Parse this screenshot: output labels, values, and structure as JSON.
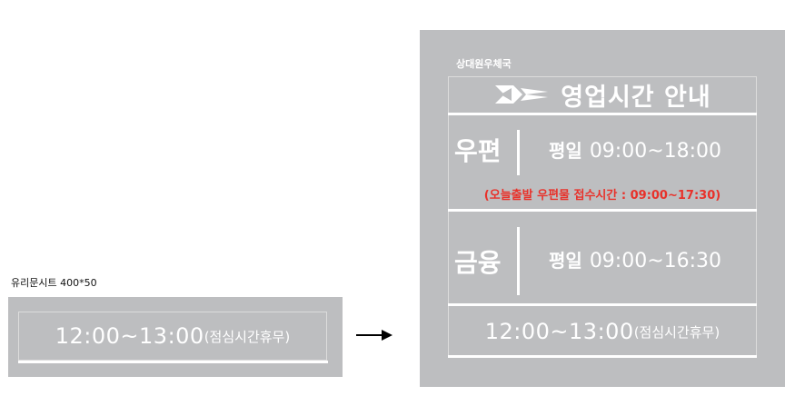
{
  "left_strip": {
    "caption": "유리문시트 400*50",
    "time": "12:00~13:00",
    "note": "(점심시간휴무)"
  },
  "arrow": {
    "icon": "arrow-right-icon"
  },
  "sign": {
    "office_name": "상대원우체국",
    "title": "영업시간 안내",
    "logo_icon": "korea-post-logo-icon",
    "postal": {
      "label": "우편",
      "day": "평일",
      "hours": "09:00~18:00"
    },
    "cutoff_note": "(오늘출발 우편물 접수시간 : 09:00~17:30)",
    "finance": {
      "label": "금융",
      "day": "평일",
      "hours": "09:00~16:30"
    },
    "lunch": {
      "time": "12:00~13:00",
      "note": "(점심시간휴무)"
    }
  },
  "colors": {
    "panel": "#bdbec0",
    "text": "#ffffff",
    "accent": "#e8312a"
  }
}
